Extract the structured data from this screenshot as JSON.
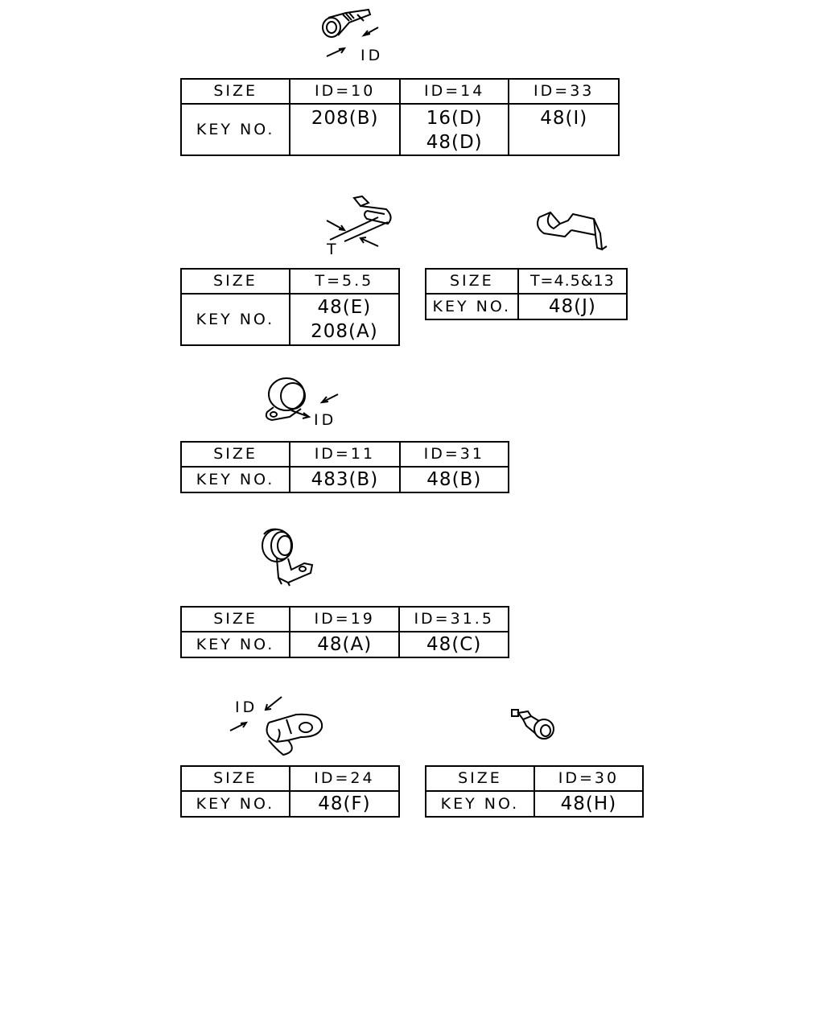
{
  "clip_groups": [
    {
      "illustration": "ring-terminal-clamp-icon",
      "dimension_label": "ID",
      "table": {
        "header": "SIZE",
        "row_label": "KEY NO.",
        "columns": [
          {
            "size": "ID=10",
            "keys": [
              "208(B)"
            ]
          },
          {
            "size": "ID=14",
            "keys": [
              "16(D)",
              "48(D)"
            ]
          },
          {
            "size": "ID=33",
            "keys": [
              "48(I)"
            ]
          }
        ]
      }
    },
    {
      "illustration": "flat-spring-clip-icon",
      "dimension_label": "T",
      "table": {
        "header": "SIZE",
        "row_label": "KEY NO.",
        "columns": [
          {
            "size": "T=5.5",
            "keys": [
              "48(E)",
              "208(A)"
            ]
          }
        ]
      }
    },
    {
      "illustration": "bent-plate-clip-icon",
      "table": {
        "header": "SIZE",
        "row_label": "KEY NO.",
        "columns": [
          {
            "size": "T=4.5&13",
            "keys": [
              "48(J)"
            ]
          }
        ]
      }
    },
    {
      "illustration": "p-clamp-icon",
      "dimension_label": "ID",
      "table": {
        "header": "SIZE",
        "row_label": "KEY NO.",
        "columns": [
          {
            "size": "ID=11",
            "keys": [
              "483(B)"
            ]
          },
          {
            "size": "ID=31",
            "keys": [
              "48(B)"
            ]
          }
        ]
      }
    },
    {
      "illustration": "standoff-bracket-clamp-icon",
      "table": {
        "header": "SIZE",
        "row_label": "KEY NO.",
        "columns": [
          {
            "size": "ID=19",
            "keys": [
              "48(A)"
            ]
          },
          {
            "size": "ID=31.5",
            "keys": [
              "48(C)"
            ]
          }
        ]
      }
    },
    {
      "illustration": "loop-clamp-icon",
      "dimension_label": "ID",
      "table": {
        "header": "SIZE",
        "row_label": "KEY NO.",
        "columns": [
          {
            "size": "ID=24",
            "keys": [
              "48(F)"
            ]
          }
        ]
      }
    },
    {
      "illustration": "small-hose-clip-icon",
      "table": {
        "header": "SIZE",
        "row_label": "KEY NO.",
        "columns": [
          {
            "size": "ID=30",
            "keys": [
              "48(H)"
            ]
          }
        ]
      }
    }
  ]
}
